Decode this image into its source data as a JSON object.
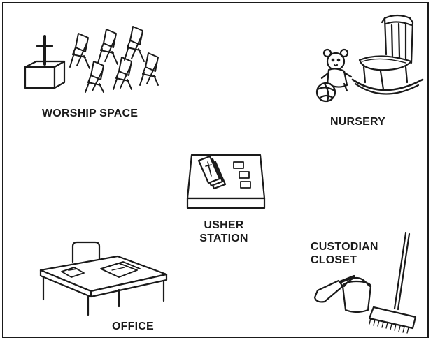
{
  "areas": {
    "worship": {
      "label": "WORSHIP SPACE",
      "icon": "cross-and-chairs-icon"
    },
    "nursery": {
      "label": "NURSERY",
      "icon": "rocking-chair-teddy-bear-icon"
    },
    "usher": {
      "label_line1": "USHER",
      "label_line2": "STATION",
      "icon": "bulletin-table-icon"
    },
    "custodian": {
      "label_line1": "CUSTODIAN",
      "label_line2": "CLOSET",
      "icon": "broom-bucket-trowel-icon"
    },
    "office": {
      "label": "OFFICE",
      "icon": "desk-and-chair-icon"
    }
  },
  "colors": {
    "ink": "#1a1a1a",
    "paper": "#ffffff",
    "shade": "#cfcfcf"
  }
}
